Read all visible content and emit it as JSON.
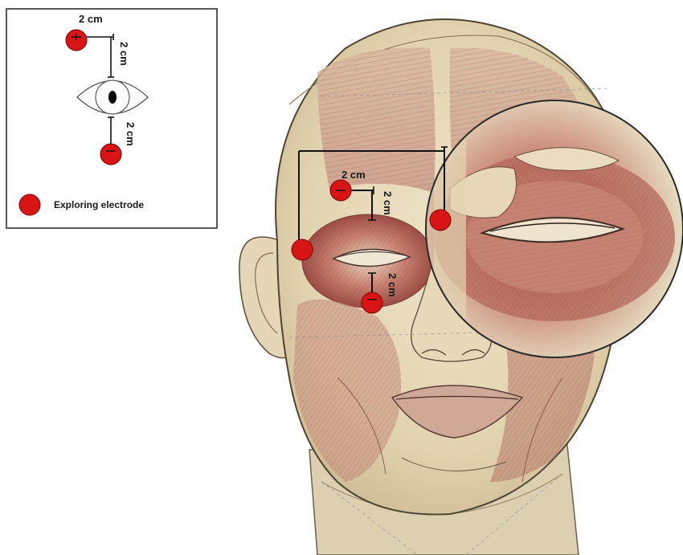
{
  "inset_diagram": {
    "horizontal_distance": "2 cm",
    "upper_vertical_distance": "2 cm",
    "lower_vertical_distance": "2 cm",
    "legend_label": "Exploring electrode"
  },
  "face_illustration": {
    "horizontal_distance": "2 cm",
    "upper_vertical_distance": "2 cm",
    "lower_vertical_distance": "2 cm"
  },
  "colors": {
    "electrode": "#d81414",
    "electrode_outline": "#7a0000",
    "skin": "#e8dcc0",
    "muscle": "#b06a60",
    "muscle_dark": "#8a3c34",
    "line": "#111111"
  }
}
